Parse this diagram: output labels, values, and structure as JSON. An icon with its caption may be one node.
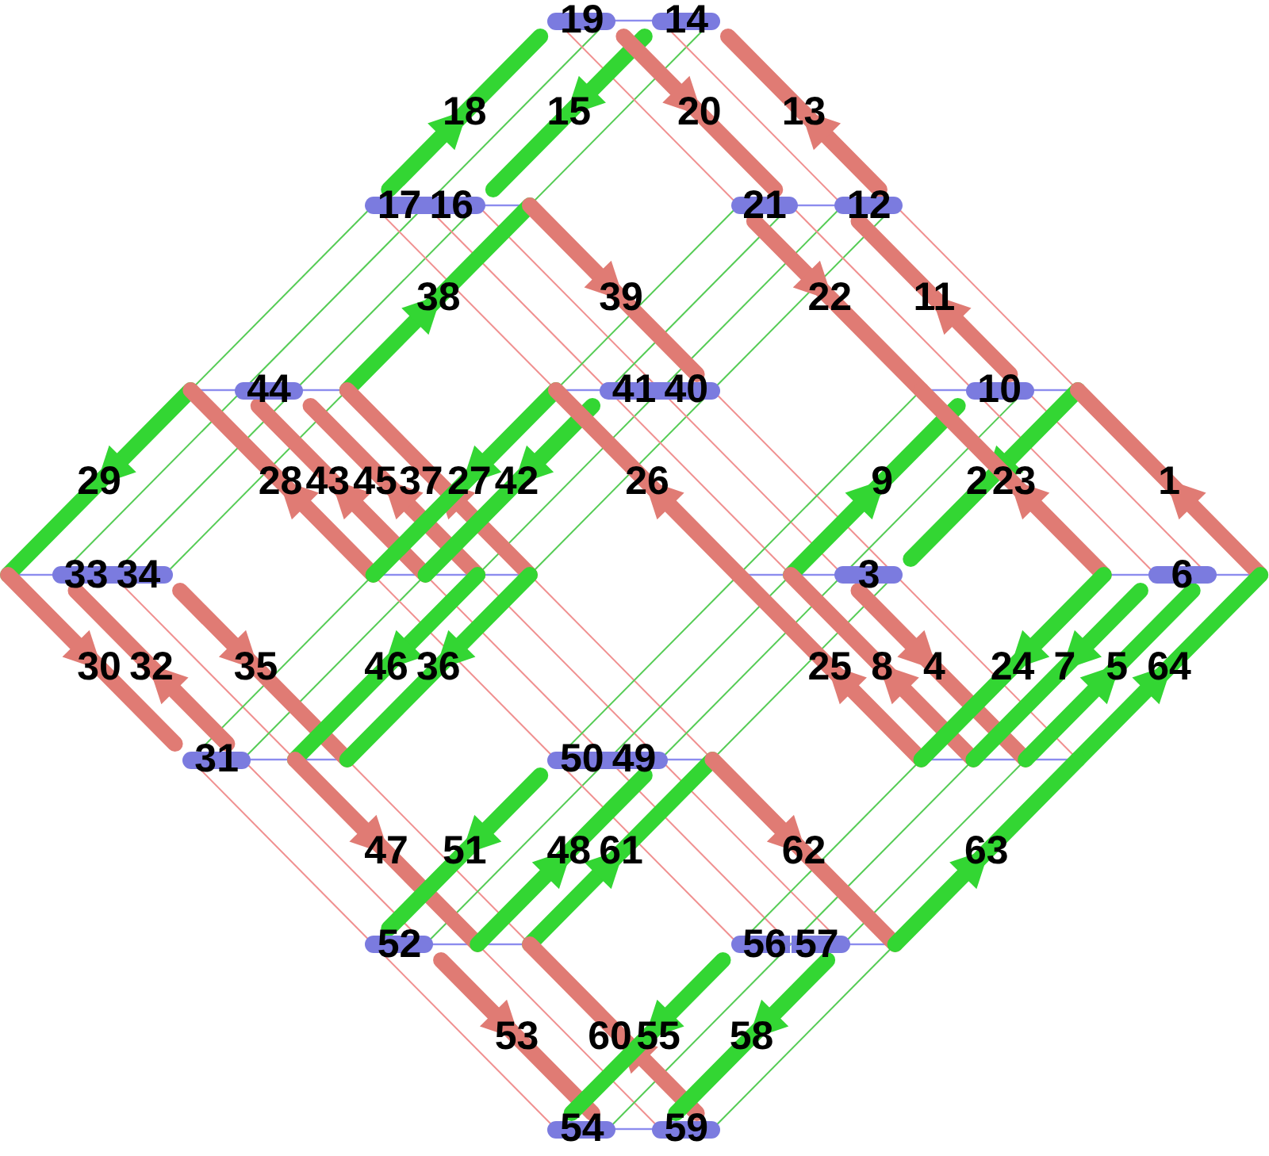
{
  "diagram": {
    "labels": [
      "19",
      "14",
      "18",
      "15",
      "20",
      "13",
      "17",
      "16",
      "21",
      "12",
      "38",
      "39",
      "22",
      "11",
      "44",
      "41",
      "40",
      "10",
      "29",
      "28",
      "43",
      "45",
      "37",
      "27",
      "42",
      "26",
      "9",
      "2",
      "23",
      "1",
      "33",
      "34",
      "3",
      "6",
      "30",
      "32",
      "35",
      "46",
      "36",
      "25",
      "8",
      "4",
      "24",
      "7",
      "5",
      "64",
      "31",
      "50",
      "49",
      "47",
      "51",
      "48",
      "61",
      "62",
      "63",
      "52",
      "56",
      "57",
      "53",
      "60",
      "55",
      "58",
      "54",
      "59"
    ]
  }
}
